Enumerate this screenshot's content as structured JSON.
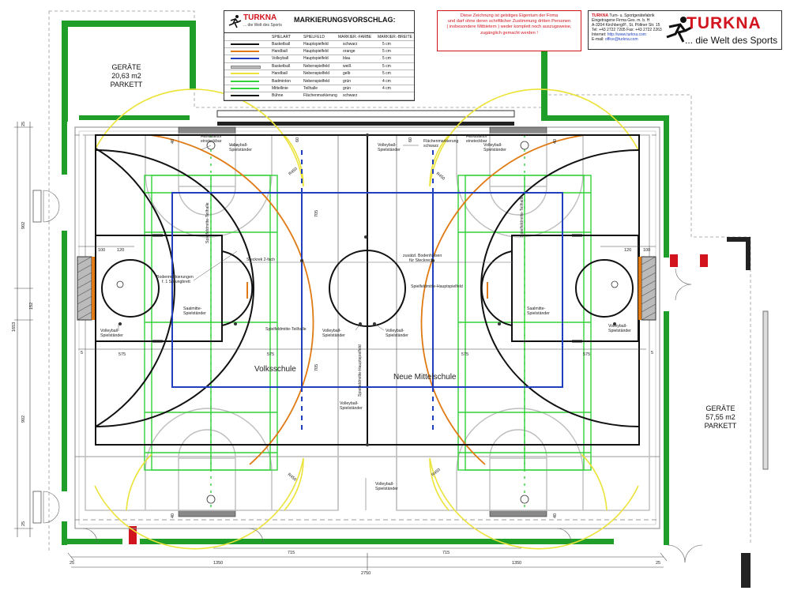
{
  "legend": {
    "brand": "TURKNA",
    "brand_slogan": "... die Welt des Sports",
    "title": "MARKIERUNGSVORSCHLAG:",
    "headers": [
      "SPIELART",
      "SPIELFELD",
      "MARKIER.-FARBE",
      "MARKIER.-BREITE"
    ],
    "rows": [
      {
        "sport": "Basketball",
        "field": "Hauptspielfeld",
        "color_name": "schwarz",
        "width": "5 cm",
        "color": "#111111"
      },
      {
        "sport": "Handball",
        "field": "Hauptspielfeld",
        "color_name": "orange",
        "width": "5 cm",
        "color": "#e07a14"
      },
      {
        "sport": "Volleyball",
        "field": "Hauptspielfeld",
        "color_name": "blau",
        "width": "5 cm",
        "color": "#1f3fbf"
      },
      {
        "sport": "Basketball",
        "field": "Nebenspielfeld",
        "color_name": "weiß",
        "width": "5 cm",
        "color": "#bdbdbd"
      },
      {
        "sport": "Handball",
        "field": "Nebenspielfeld",
        "color_name": "gelb",
        "width": "5 cm",
        "color": "#ece33a"
      },
      {
        "sport": "Badminton",
        "field": "Nebenspielfeld",
        "color_name": "grün",
        "width": "4 cm",
        "color": "#33d13a"
      },
      {
        "sport": "Mittellinie",
        "field": "Teilhalle",
        "color_name": "grün",
        "width": "4 cm",
        "color": "#33d13a"
      },
      {
        "sport": "Bühne",
        "field": "Flächenmarkierung",
        "color_name": "schwarz",
        "width": "",
        "color": "#111111"
      }
    ]
  },
  "notice": {
    "lines": [
      "Diese Zeichnung ist geistiges Eigentum der Firma",
      "und darf ohne deren schriftlicher Zustimmung dritten Personen",
      "( insbesondere Mitbietern ) weder komplett noch auszugsweise,",
      "zugänglich gemacht werden !"
    ]
  },
  "company": {
    "name": "TURKNA",
    "name_rest": "Turn- u. Sportgerätefabrik",
    "line2": "Eingetragene Firma Ges. m. b. H",
    "line3": "A-3204 Kirchberg/P., St. Pöltner Str. 15",
    "line4": "Tel: +43 2722 7205  Fax: +43 2722 2263",
    "internet_label": "Internet:",
    "internet": "http://www.turkna.com",
    "email_label": "E-mail:",
    "email": "office@turkna.com",
    "big_brand": "TURKNA",
    "big_slogan": "... die Welt des Sports"
  },
  "rooms": {
    "left": {
      "name": "GERÄTE",
      "area": "20,63 m2",
      "floor": "PARKETT"
    },
    "right": {
      "name": "GERÄTE",
      "area": "57,55 m2",
      "floor": "PARKETT"
    }
  },
  "halls": {
    "left": "Volksschule",
    "right": "Neue Mittelschule"
  },
  "labels": {
    "volleyball_stand": "Volleyball-",
    "stand": "Spielständer",
    "handball_socket_1": "Handballtor",
    "handball_socket_2": "einsteckbar",
    "surface_marking_1": "Flächenmarkierung",
    "surface_marking_2": "schwarz",
    "socket_2x": "Steckrek 2-fach",
    "extra_sleeves_1": "zusätzl. Bodenhülsen",
    "extra_sleeves_2": "für Steckreck",
    "floor_markings_1": "Bodenmarkierungen",
    "floor_markings_2": "f. 1 Sprungbrett",
    "hall_center_1": "Saalmitte-",
    "hall_center_2": "Spielständer",
    "center_sub": "Spielfeldmitte-Teilhalle",
    "center_main": "Spielfeldmitte-Hauptspielfeld",
    "r450": "R450"
  },
  "dims": {
    "d1350": "1350",
    "d2750": "2750",
    "d715": "715",
    "d1653": "1653",
    "d902": "902",
    "d152": "152",
    "d575": "575",
    "d705": "705",
    "d120": "120",
    "d100": "100",
    "d25": "25",
    "d5": "5",
    "d60": "60",
    "d40": "40"
  }
}
